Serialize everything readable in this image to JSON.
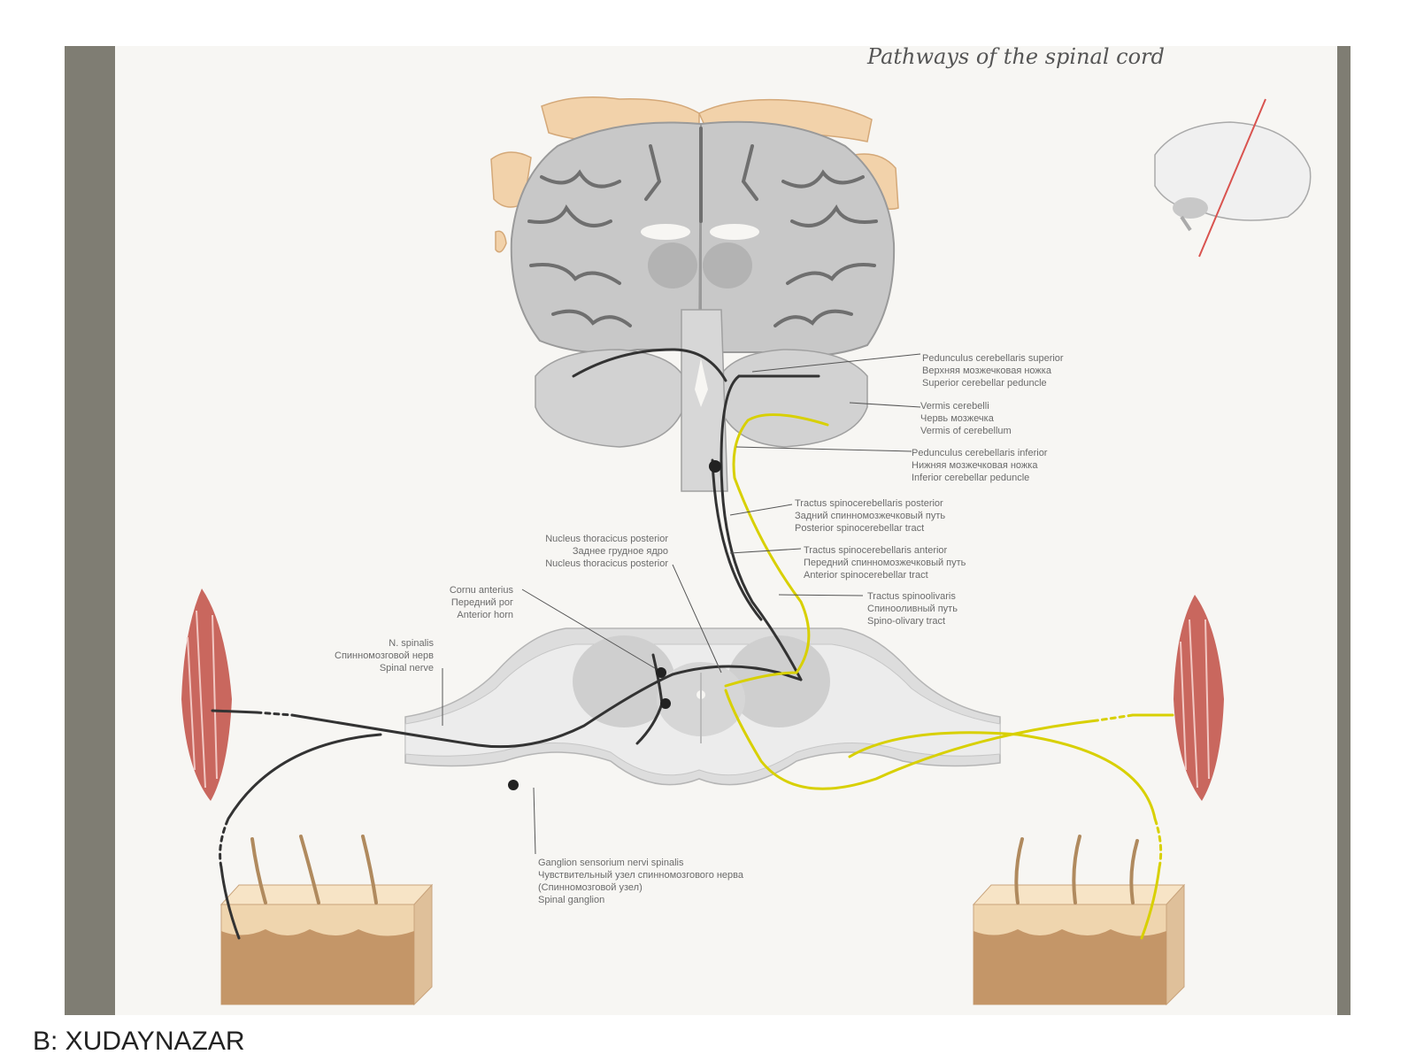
{
  "title": "Pathways of the spinal cord",
  "footer": "B: XUDAYNAZAR",
  "colors": {
    "frame": "#7f7d73",
    "tract_dark": "#333333",
    "tract_yellow": "#d8d000",
    "brain_grey": "#c8c8c8",
    "bone": "#f2d2aa",
    "muscle": "#c9675e"
  },
  "labels": {
    "sup_peduncle": [
      "Pedunculus cerebellaris superior",
      "Верхняя мозжечковая ножка",
      "Superior cerebellar peduncle"
    ],
    "vermis": [
      "Vermis cerebelli",
      "Червь мозжечка",
      "Vermis of cerebellum"
    ],
    "inf_peduncle": [
      "Pedunculus cerebellaris inferior",
      "Нижняя мозжечковая ножка",
      "Inferior cerebellar peduncle"
    ],
    "post_tract": [
      "Tractus spinocerebellaris posterior",
      "Задний спинномозжечковый путь",
      "Posterior spinocerebellar tract"
    ],
    "ant_tract": [
      "Tractus spinocerebellaris anterior",
      "Передний спинномозжечковый путь",
      "Anterior spinocerebellar tract"
    ],
    "olivary": [
      "Tractus spinoolivaris",
      "Спинооливный путь",
      "Spino-olivary tract"
    ],
    "nucleus": [
      "Nucleus thoracicus posterior",
      "Заднее грудное ядро",
      "Nucleus thoracicus posterior"
    ],
    "ant_horn": [
      "Cornu anterius",
      "Передний рог",
      "Anterior horn"
    ],
    "spinal_nerve": [
      "N. spinalis",
      "Спинномозговой нерв",
      "Spinal nerve"
    ],
    "ganglion": [
      "Ganglion sensorium nervi spinalis",
      "Чувствительный узел спинномозгового нерва",
      "(Спинномозговой узел)",
      "Spinal ganglion"
    ]
  }
}
